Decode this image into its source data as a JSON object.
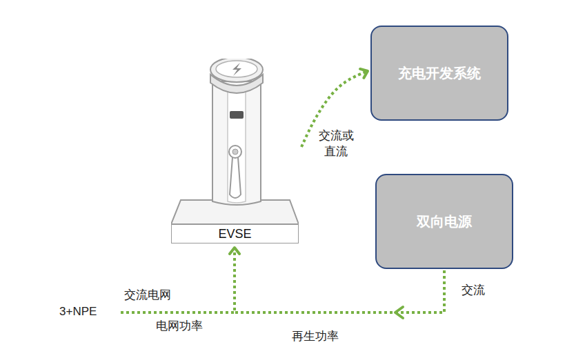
{
  "diagram": {
    "nodes": [
      {
        "text": [
          "EVSE"
        ]
      },
      {
        "text": [
          "充电开发系统"
        ]
      },
      {
        "text": [
          "双向电源"
        ]
      }
    ],
    "edges": [
      {
        "from": 0,
        "to": 1,
        "label": "交流或直流",
        "arrow": "to"
      },
      {
        "from": 2,
        "to": 0,
        "label": "交流",
        "arrow": "to"
      }
    ],
    "labels": [
      "3+NPE",
      "交流电网",
      "电网功率",
      "再生功率"
    ]
  }
}
